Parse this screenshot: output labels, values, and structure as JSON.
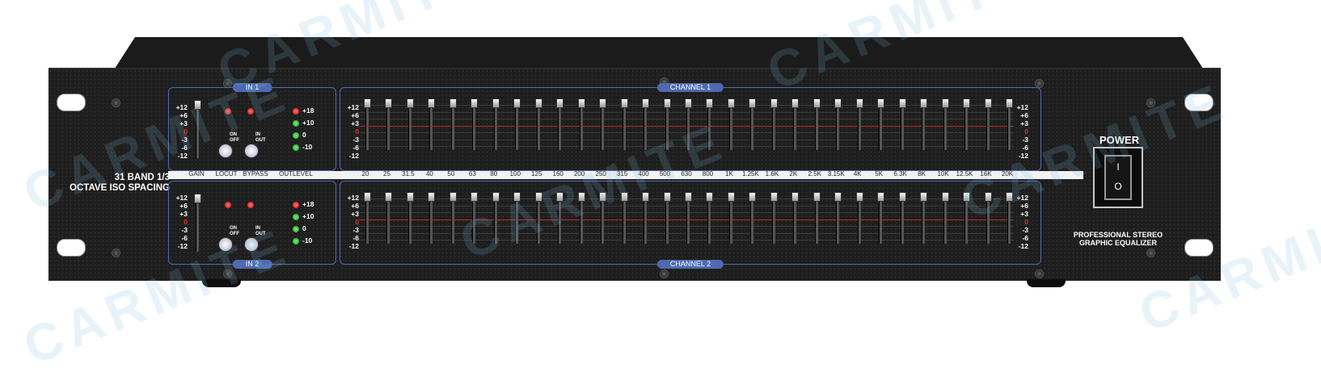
{
  "watermark": "CARMITE",
  "device": {
    "title_line1": "31 BAND 1/3",
    "title_line2": "OCTAVE ISO SPACING",
    "model_line1": "PROFESSIONAL STEREO",
    "model_line2": "GRAPHIC EQUALIZER",
    "power_label": "POWER",
    "power_on_glyph": "I",
    "power_off_glyph": "O"
  },
  "inputs": [
    {
      "label": "IN 1"
    },
    {
      "label": "IN 2"
    }
  ],
  "channels": [
    {
      "label": "CHANNEL 1"
    },
    {
      "label": "CHANNEL 2"
    }
  ],
  "strip_labels": {
    "gain": "GAIN",
    "locut": "LOCUT",
    "bypass": "BYPASS",
    "outlevel": "OUTLEVEL"
  },
  "gain_scale": [
    "+12",
    "+6",
    "+3",
    "0",
    "-3",
    "-6",
    "-12"
  ],
  "level_scale": [
    "+18",
    "+10",
    "0",
    "-10"
  ],
  "buttons": {
    "locut_line1": "ON",
    "locut_line2": "OFF",
    "bypass_line1": "IN",
    "bypass_line2": "OUT"
  },
  "bands": [
    "20",
    "25",
    "31.5",
    "40",
    "50",
    "63",
    "80",
    "100",
    "125",
    "160",
    "200",
    "250",
    "315",
    "400",
    "500",
    "630",
    "800",
    "1K",
    "1.25K",
    "1.6K",
    "2K",
    "2.5K",
    "3.15K",
    "4K",
    "5K",
    "6.3K",
    "8K",
    "10K",
    "12.5K",
    "16K",
    "20K"
  ],
  "colors": {
    "panel": "#1e1e1e",
    "accent_blue": "#4e6ab0",
    "led_red": "#e02020",
    "led_green": "#20c020"
  }
}
